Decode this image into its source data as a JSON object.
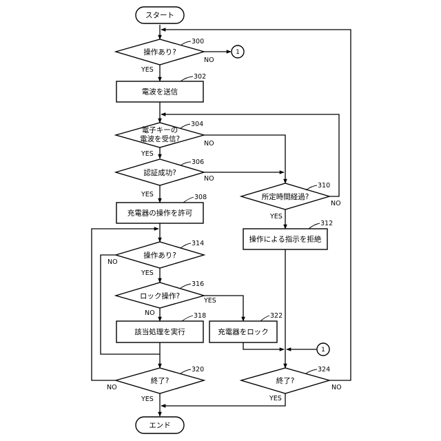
{
  "terminals": {
    "start": "スタート",
    "end": "エンド"
  },
  "processes": {
    "send_radio": "電波を送信",
    "permit_charger": "充電器の操作を許可",
    "reject_instruction": "操作による指示を拒絶",
    "execute": "該当処理を実行",
    "lock_charger": "充電器をロック"
  },
  "decisions": {
    "operation_1": "操作あり?",
    "received_line1": "電子キーの",
    "received_line2": "電波を受信?",
    "auth_success": "認証成功?",
    "time_elapsed": "所定時間経過?",
    "operation_2": "操作あり?",
    "lock_operation": "ロック操作?",
    "finish": "終了?"
  },
  "connector": "1",
  "yes": "YES",
  "no": "NO",
  "refs": {
    "r300": "300",
    "r302": "302",
    "r304": "304",
    "r306": "306",
    "r308": "308",
    "r310": "310",
    "r312": "312",
    "r314": "314",
    "r316": "316",
    "r318": "318",
    "r320": "320",
    "r322": "322",
    "r324": "324"
  }
}
